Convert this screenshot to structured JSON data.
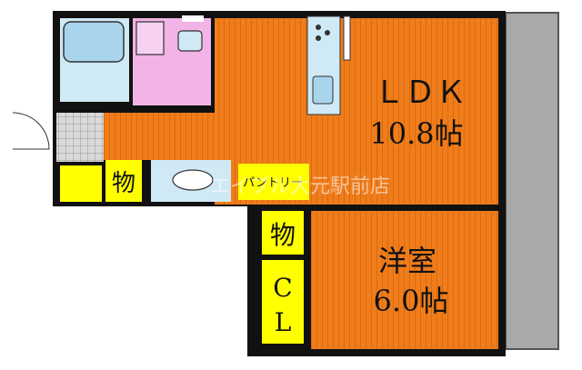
{
  "rooms": {
    "ldk": {
      "name": "ＬＤＫ",
      "size": "10.8帖"
    },
    "western": {
      "name": "洋室",
      "size": "6.0帖"
    },
    "storage_hall": {
      "label": "物"
    },
    "storage_room": {
      "label": "物"
    },
    "closet": {
      "label": "CL"
    },
    "pantry": {
      "label": "パントリー"
    }
  },
  "watermark": "エイブル大元駅前店",
  "colors": {
    "floor_orange": "#f07d1a",
    "floor_stripe": "#c95f0c",
    "bath_blue": "#cfe9f5",
    "washroom_pink": "#f2b3e6",
    "storage_yellow": "#ffff00",
    "balcony_gray": "#a9a9a9",
    "wall": "#111111"
  }
}
